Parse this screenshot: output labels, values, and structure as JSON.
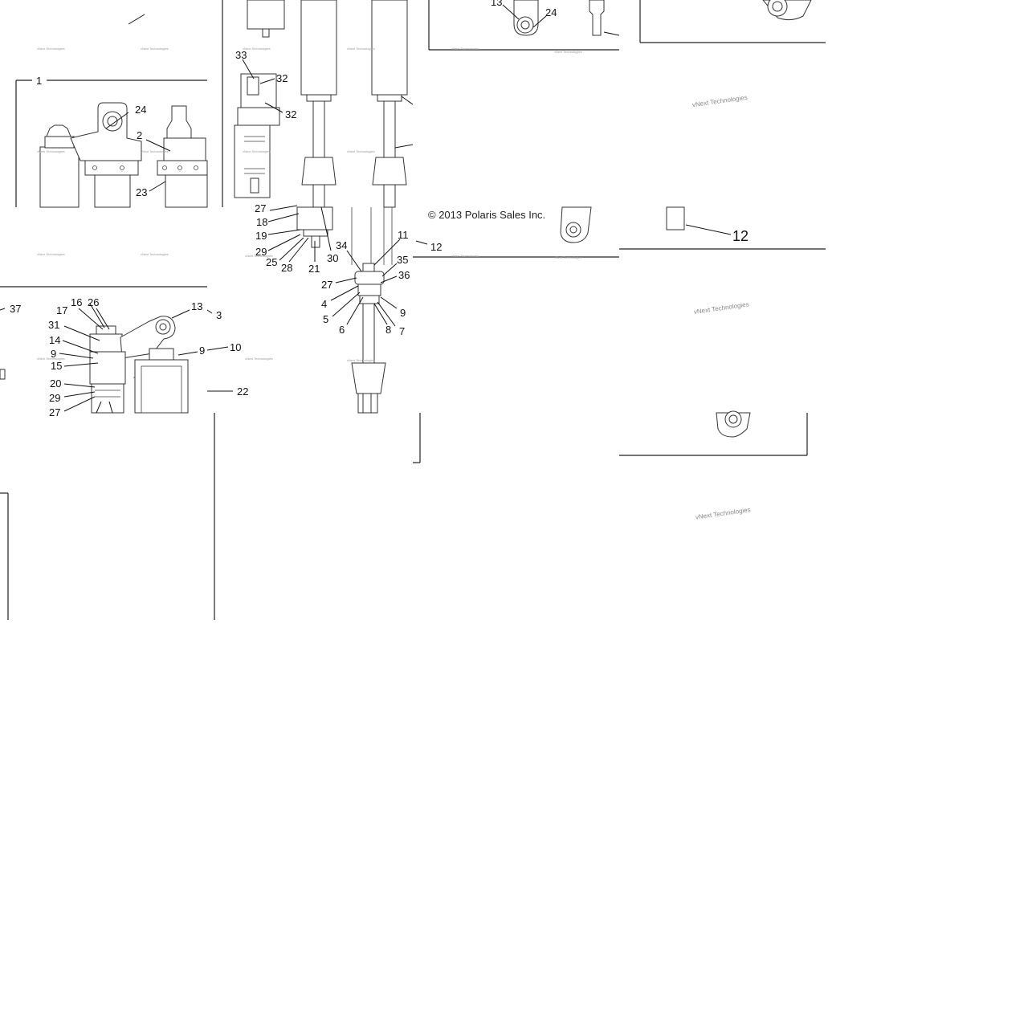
{
  "diagram": {
    "copyright": "© 2013 Polaris Sales Inc.",
    "watermark": "vNext Technologies",
    "callouts": {
      "c1": "1",
      "c2": "2",
      "c3": "3",
      "c4": "4",
      "c5": "5",
      "c6": "6",
      "c7": "7",
      "c8": "8",
      "c9": "9",
      "c10": "10",
      "c11": "11",
      "c12": "12",
      "c13": "13",
      "c14": "14",
      "c15": "15",
      "c16": "16",
      "c17": "17",
      "c18": "18",
      "c19": "19",
      "c20": "20",
      "c21": "21",
      "c22": "22",
      "c23": "23",
      "c24": "24",
      "c25": "25",
      "c26": "26",
      "c27": "27",
      "c28": "28",
      "c29": "29",
      "c30": "30",
      "c31": "31",
      "c32": "32",
      "c33": "33",
      "c34": "34",
      "c35": "35",
      "c36": "36",
      "c37": "37"
    }
  }
}
